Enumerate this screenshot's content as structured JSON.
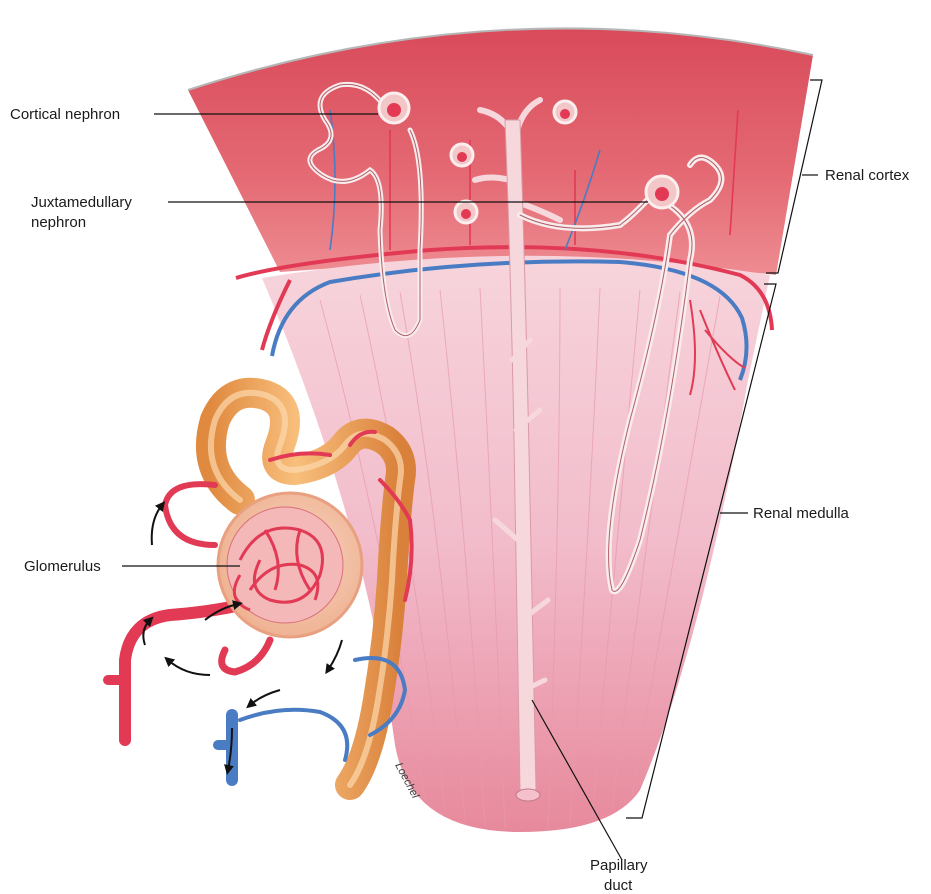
{
  "labels": {
    "cortical_nephron": "Cortical nephron",
    "juxtamedullary_line1": "Juxtamedullary",
    "juxtamedullary_line2": "nephron",
    "glomerulus": "Glomerulus",
    "renal_cortex": "Renal cortex",
    "renal_medulla": "Renal medulla",
    "papillary_line1": "Papillary",
    "papillary_line2": "duct"
  },
  "signature": "Loechel",
  "colors": {
    "cortex": "#e0606a",
    "medulla": "#f2b4c4",
    "artery": "#e23a55",
    "vein": "#4a7cc4",
    "tubule": "#f2a862",
    "duct": "#f6d8dc"
  }
}
